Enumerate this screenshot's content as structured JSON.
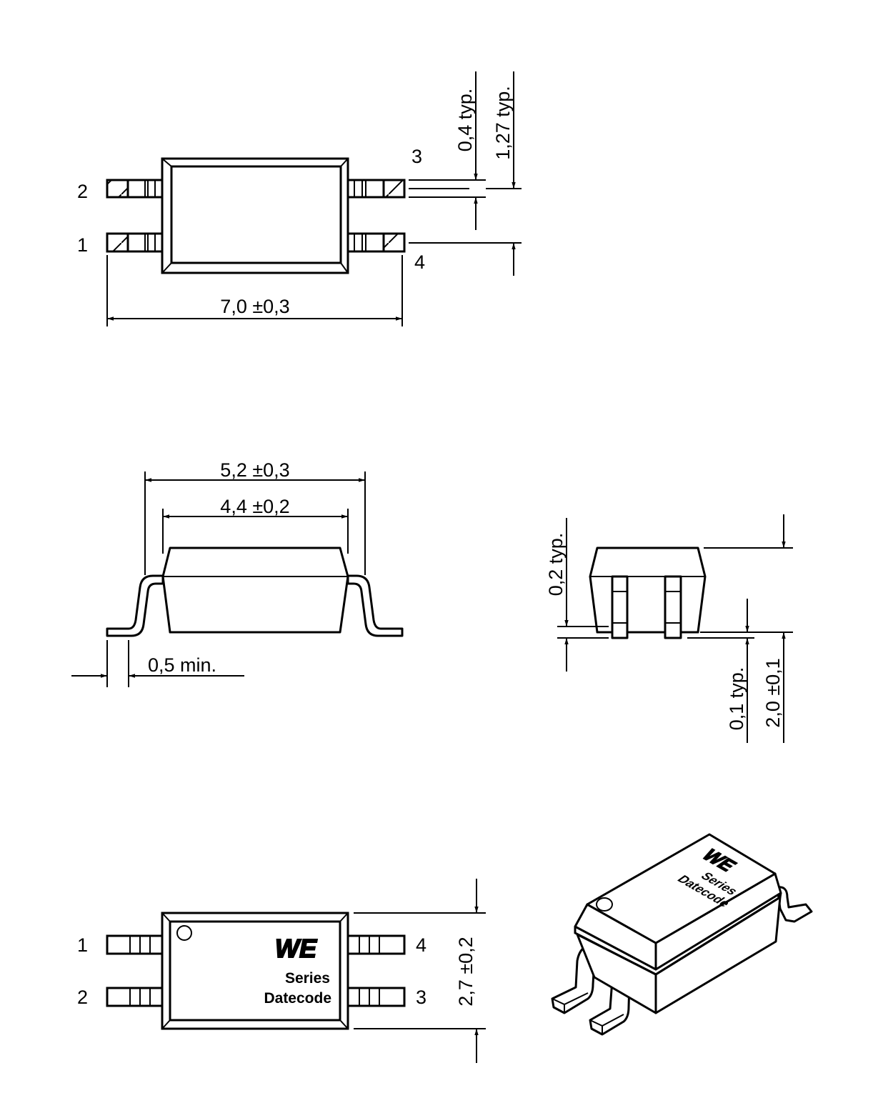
{
  "top_view": {
    "pins": {
      "p1": "1",
      "p2": "2",
      "p3": "3",
      "p4": "4"
    },
    "dim_width": "7,0  ±0,3",
    "dim_pin_width": "0,4  typ.",
    "dim_pitch": "1,27  typ."
  },
  "side_view": {
    "dim_lead_span": "5,2  ±0,3",
    "dim_body": "4,4  ±0,2",
    "dim_foot": "0,5  min."
  },
  "end_view": {
    "dim_lead_thk": "0,2  typ.",
    "dim_standoff": "0,1  typ.",
    "dim_height": "2,0  ±0,1"
  },
  "bottom_view": {
    "pins": {
      "p1": "1",
      "p2": "2",
      "p3": "3",
      "p4": "4"
    },
    "logo": "WE",
    "marking_line1": "Series",
    "marking_line2": "Datecode",
    "dim_body_width": "2,7  ±0,2"
  },
  "iso_view": {
    "logo": "WE",
    "marking_line1": "Series",
    "marking_line2": "Datecode"
  }
}
